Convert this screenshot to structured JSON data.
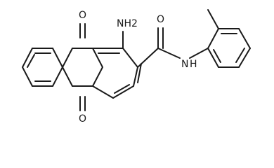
{
  "molecule": {
    "atom_labels": {
      "o_top": "O",
      "o_bottom": "O",
      "nh2_amino": "NH2",
      "o_amide": "O",
      "nh_amide": "N",
      "h_amide": "H"
    }
  },
  "colors": {
    "bond": "#1a1a1a",
    "background": "#ffffff"
  }
}
